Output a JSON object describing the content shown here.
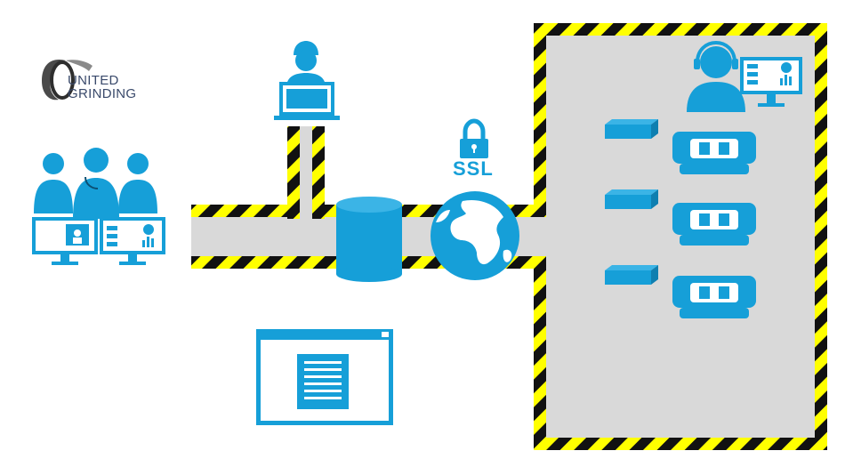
{
  "logo": {
    "line1": "UNITED",
    "line2": "GRINDING"
  },
  "ssl": {
    "label": "SSL"
  },
  "colors": {
    "accent": "#169fd8",
    "hazard_yellow": "#ffff00",
    "hazard_black": "#111111",
    "zone_gray": "#d9d9d9",
    "logo_text": "#3a4a6b"
  },
  "icons": {
    "service_team": "support-team-icon",
    "remote_technician": "technician-laptop-icon",
    "database": "database-icon",
    "lock": "padlock-icon",
    "globe": "globe-icon",
    "customer_operator": "operator-headset-icon",
    "machines": "grinding-machine-icon",
    "controllers": "control-box-icon",
    "document_window": "document-window-icon"
  }
}
